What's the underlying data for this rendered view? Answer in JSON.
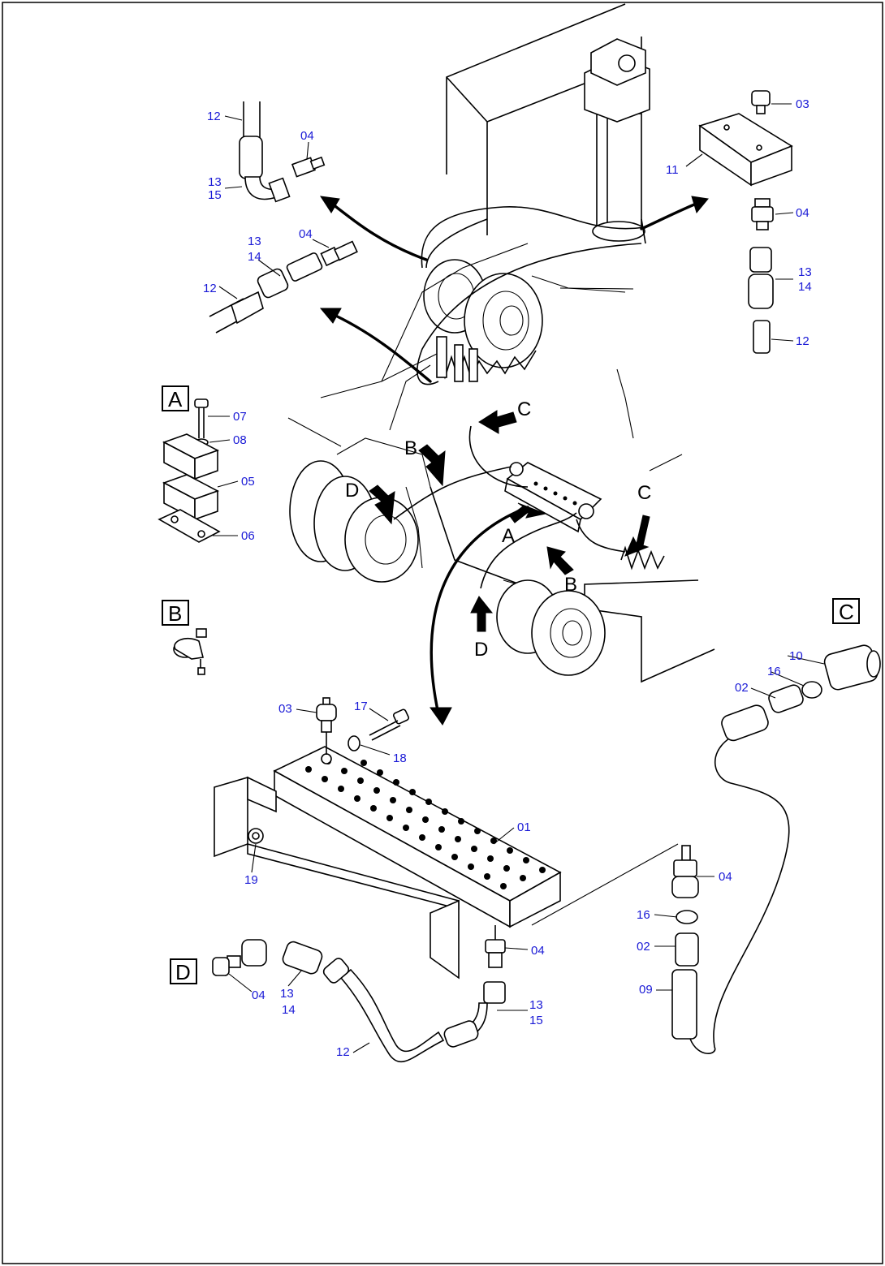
{
  "callouts": {
    "c_03_top": "03",
    "c_11": "11",
    "c_04_tr": "04",
    "c_13_tr": "13",
    "c_14_tr": "14",
    "c_12_tr": "12",
    "c_12_tl": "12",
    "c_04_tl": "04",
    "c_13_tl": "13",
    "c_15_tl": "15",
    "c_13_ml": "13",
    "c_14_ml": "14",
    "c_04_ml": "04",
    "c_12_ml": "12",
    "c_07": "07",
    "c_08": "08",
    "c_05": "05",
    "c_06": "06",
    "c_10": "10",
    "c_16_c": "16",
    "c_02_c": "02",
    "c_03_mid": "03",
    "c_17": "17",
    "c_18": "18",
    "c_01": "01",
    "c_19": "19",
    "c_04_br": "04",
    "c_16_br": "16",
    "c_02_br": "02",
    "c_09": "09",
    "c_04_bc": "04",
    "c_13_bc": "13",
    "c_15_bc": "15",
    "c_04_d": "04",
    "c_13_d": "13",
    "c_14_d": "14",
    "c_12_d": "12"
  },
  "view_letters": {
    "c1": "C",
    "b1": "B",
    "d1": "D",
    "c2": "C",
    "a1": "A",
    "b2": "B",
    "d2": "D"
  },
  "detail_boxes": {
    "a": "A",
    "b": "B",
    "c": "C",
    "d": "D"
  }
}
